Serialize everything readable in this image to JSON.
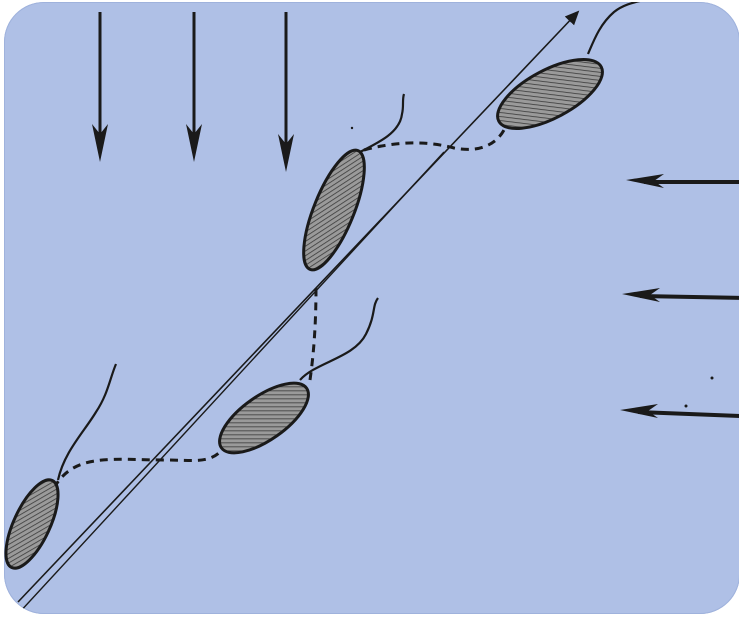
{
  "diagram": {
    "background_color": "#afc0e6",
    "ink_color": "#1a1a1a",
    "cell_fill": "#8a8a8a",
    "elements": {
      "incoming_arrows_top": [
        "arrow-down",
        "arrow-down",
        "arrow-down"
      ],
      "incoming_arrows_right": [
        "arrow-left",
        "arrow-left",
        "arrow-left"
      ],
      "cells": [
        "bacterium-cell",
        "bacterium-cell",
        "bacterium-cell",
        "bacterium-cell"
      ],
      "path": "dashed-swim-path",
      "reference_line": "diagonal-axis-arrow"
    }
  }
}
